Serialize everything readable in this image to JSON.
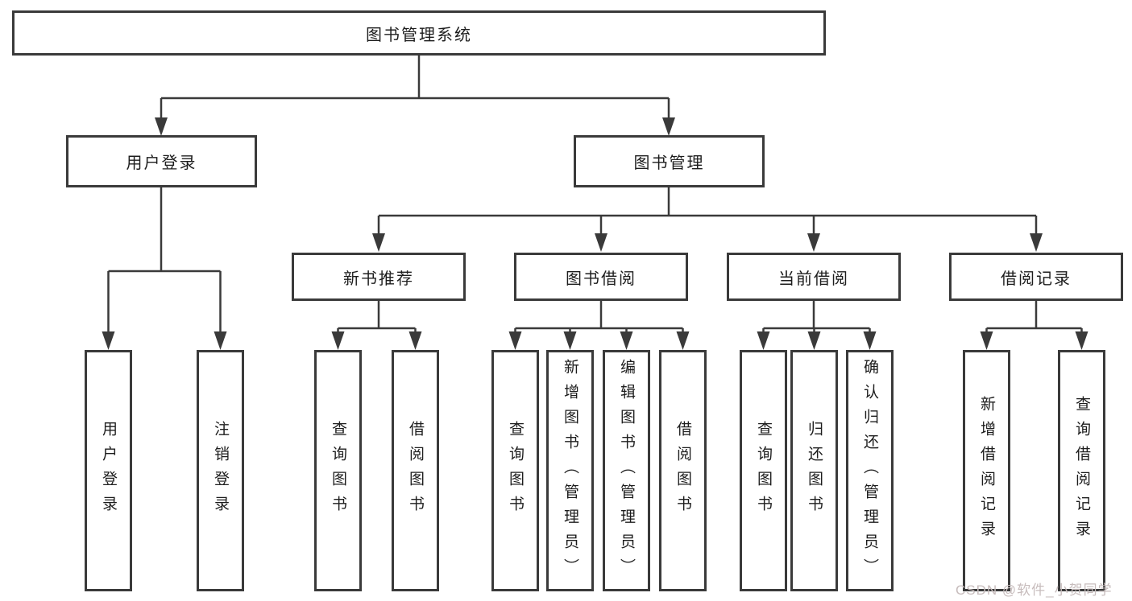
{
  "tree": {
    "root": {
      "label": "图书管理系统"
    },
    "children": [
      {
        "label": "用户登录",
        "children": [
          {
            "label": "用户登录"
          },
          {
            "label": "注销登录"
          }
        ]
      },
      {
        "label": "图书管理",
        "children": [
          {
            "label": "新书推荐",
            "children": [
              {
                "label": "查询图书"
              },
              {
                "label": "借阅图书"
              }
            ]
          },
          {
            "label": "图书借阅",
            "children": [
              {
                "label": "查询图书"
              },
              {
                "label": "新增图书（管理员）"
              },
              {
                "label": "编辑图书（管理员）"
              },
              {
                "label": "借阅图书"
              }
            ]
          },
          {
            "label": "当前借阅",
            "children": [
              {
                "label": "查询图书"
              },
              {
                "label": "归还图书"
              },
              {
                "label": "确认归还（管理员）"
              }
            ]
          },
          {
            "label": "借阅记录",
            "children": [
              {
                "label": "新增借阅记录"
              },
              {
                "label": "查询借阅记录"
              }
            ]
          }
        ]
      }
    ]
  },
  "watermark": {
    "text": "CSDN @软件_小贺同学"
  },
  "colors": {
    "line": "#3a3a3a",
    "node_border": "#3a3a3a",
    "node_text": "#1d1d1d",
    "background": "#ffffff",
    "watermark": "#c7bcbc"
  }
}
